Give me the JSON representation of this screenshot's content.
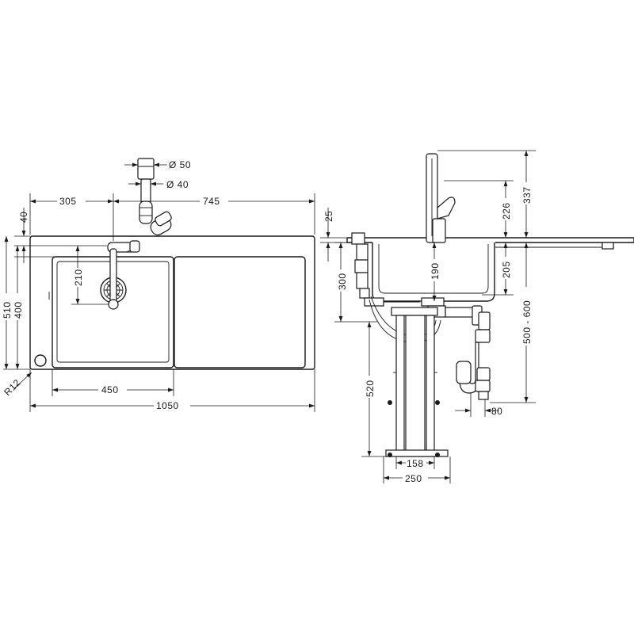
{
  "plan_view": {
    "dims": {
      "bowl_offset": "305",
      "drainboard_width": "745",
      "overall_width": "1050",
      "bowl_width": "450",
      "front_margin": "40",
      "overall_depth": "510",
      "bowl_depth": "400",
      "tap_reach": "210",
      "corner_radius": "R12",
      "pipe_outer_diameter": "Ø 50",
      "pipe_inner_diameter": "Ø 40"
    }
  },
  "side_view": {
    "dims": {
      "rim_height": "25",
      "cabinet_depth": "300",
      "bowl_depth": "190",
      "tap_height_above_rim": "226",
      "overall_tap_height": "337",
      "siphon_depth": "205",
      "worktop_height_range": "500 - 600",
      "frame_height": "520",
      "siphon_width": "80",
      "frame_inner_width": "158",
      "frame_outer_width": "250"
    }
  }
}
